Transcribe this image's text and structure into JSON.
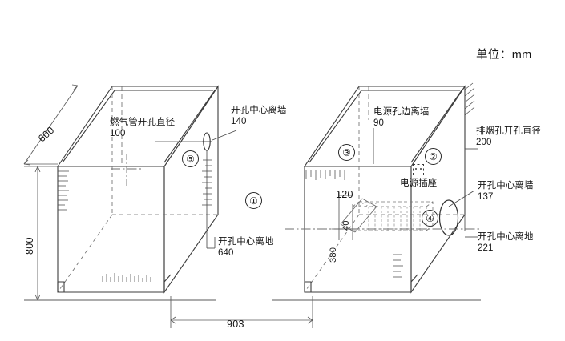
{
  "drawing": {
    "unit_note": "单位：mm",
    "title_hidden": ""
  },
  "markers": {
    "m1": "①",
    "m2": "②",
    "m3": "③",
    "m4": "④",
    "m5": "⑤"
  },
  "left_cabinet": {
    "depth_label": "600",
    "height_label": "800",
    "gas_hole_label": "燃气管开孔直径100",
    "hole_center_to_wall_label": "开孔中心离墙\n140",
    "hole_center_to_floor_label": "开孔中心离地\n640"
  },
  "right_cabinet": {
    "power_hole_to_wall_label": "电源孔边离墙\n90",
    "exhaust_hole_diameter_label": "排烟孔开孔直径\n200",
    "power_socket_label": "电源插座",
    "hole_center_to_wall_label": "开孔中心离墙\n137",
    "hole_center_to_floor_label": "开孔中心离地\n221",
    "duct_width_label": "120",
    "duct_offset_label": "40",
    "duct_height_label": "380"
  },
  "overall": {
    "span_label": "903"
  },
  "colors": {
    "line": "#3d3d3d",
    "hidden_line": "#6e6e6e",
    "dimension_line": "#5a5a5a",
    "text": "#161616",
    "background": "#ffffff"
  }
}
